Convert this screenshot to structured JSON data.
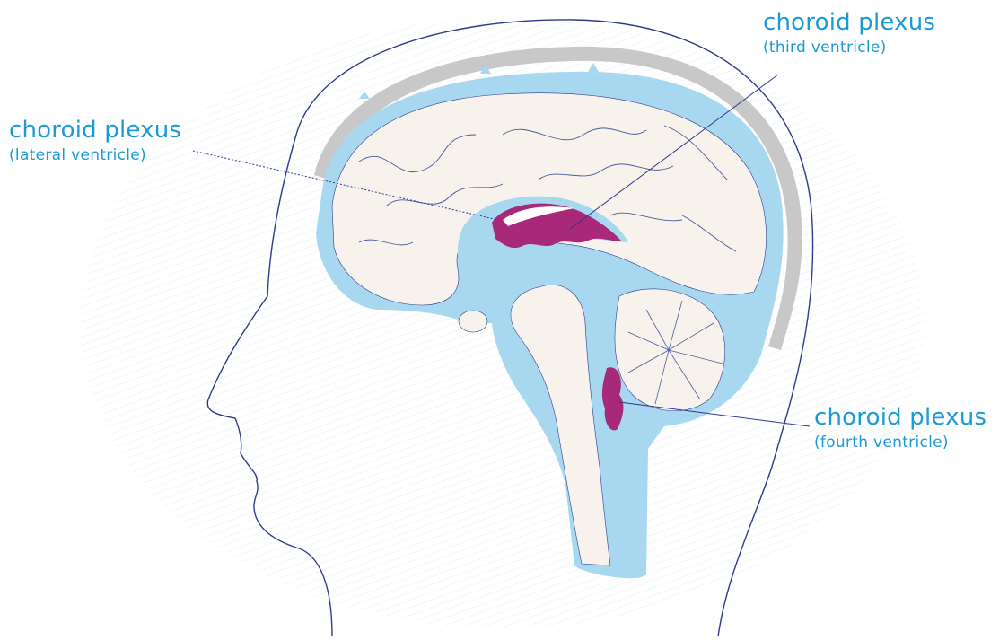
{
  "labels": {
    "lateral": {
      "title": "choroid plexus",
      "subtitle": "(lateral ventricle)"
    },
    "third": {
      "title": "choroid plexus",
      "subtitle": "(third ventricle)"
    },
    "fourth": {
      "title": "choroid plexus",
      "subtitle": "(fourth ventricle)"
    }
  },
  "colors": {
    "label_text": "#1a9bd7",
    "csf": "#a8d8f0",
    "brain": "#f7f3ec",
    "choroid_plexus": "#a8287a",
    "skull": "#c8c8c8",
    "outline": "#2d3a8c"
  }
}
